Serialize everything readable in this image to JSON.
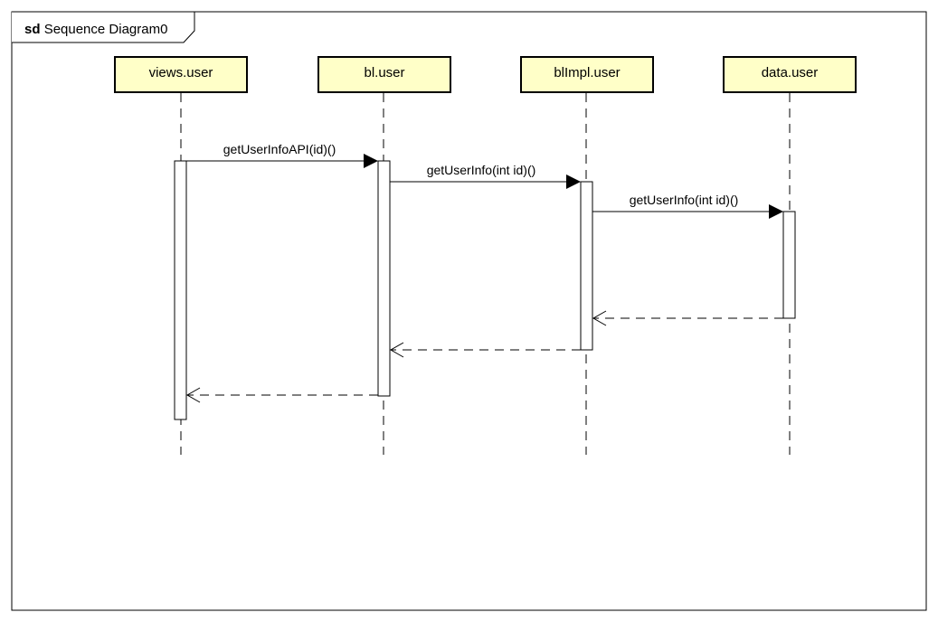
{
  "frame": {
    "keyword": "sd",
    "name": "Sequence Diagram0"
  },
  "lifelines": [
    {
      "name": "views.user"
    },
    {
      "name": "bl.user"
    },
    {
      "name": "blImpl.user"
    },
    {
      "name": "data.user"
    }
  ],
  "messages": [
    {
      "label": "getUserInfoAPI(id)()",
      "from": 0,
      "to": 1,
      "kind": "call"
    },
    {
      "label": "getUserInfo(int id)()",
      "from": 1,
      "to": 2,
      "kind": "call"
    },
    {
      "label": "getUserInfo(int id)()",
      "from": 2,
      "to": 3,
      "kind": "call"
    },
    {
      "label": "",
      "from": 3,
      "to": 2,
      "kind": "return"
    },
    {
      "label": "",
      "from": 2,
      "to": 1,
      "kind": "return"
    },
    {
      "label": "",
      "from": 1,
      "to": 0,
      "kind": "return"
    }
  ],
  "colors": {
    "lifeline_fill": "#ffffc8",
    "stroke": "#000000",
    "background": "#ffffff"
  }
}
